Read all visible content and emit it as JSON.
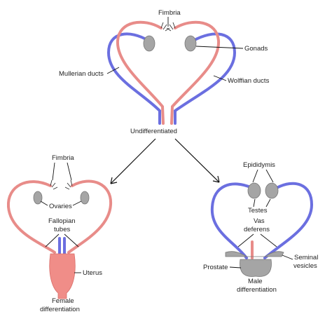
{
  "colors": {
    "mullerian": "#e88c89",
    "wolffian": "#6b6fe0",
    "gonad": "#a5a5a5",
    "uterus": "#f08d88"
  },
  "top": {
    "fimbria": "Fimbria",
    "gonads": "Gonads",
    "mullerian_ducts": "Mullerian ducts",
    "wolffian_ducts": "Wolffian ducts",
    "undifferentiated": "Undifferentiated"
  },
  "female": {
    "fimbria": "Fimbria",
    "ovaries": "Ovaries",
    "fallopian_line1": "Fallopian",
    "fallopian_line2": "tubes",
    "uterus": "Uterus",
    "caption_line1": "Female",
    "caption_line2": "differentiation"
  },
  "male": {
    "epididymis": "Epididymis",
    "testes": "Testes",
    "vas_line1": "Vas",
    "vas_line2": "deferens",
    "seminal_line1": "Seminal",
    "seminal_line2": "vesicles",
    "prostate": "Prostate",
    "caption_line1": "Male",
    "caption_line2": "differentiation"
  }
}
